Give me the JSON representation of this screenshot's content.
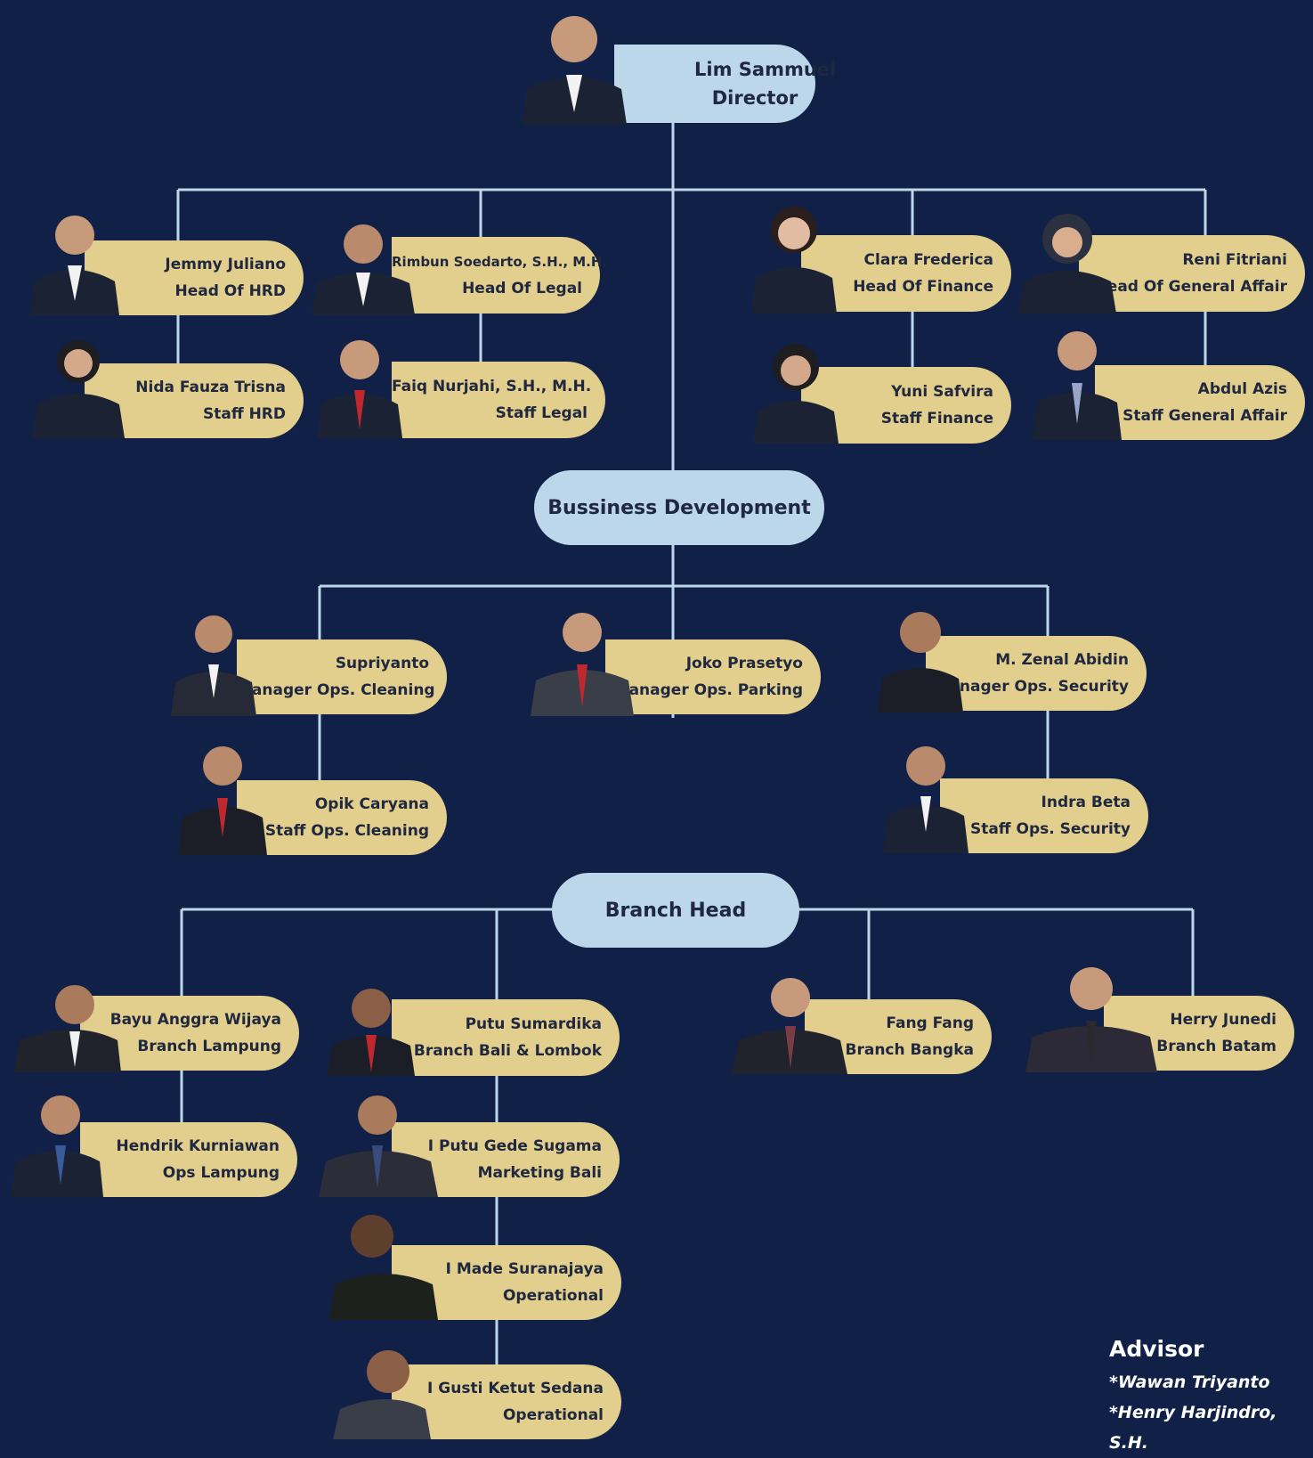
{
  "colors": {
    "background": "#112047",
    "person_box": "#e2cf8d",
    "pill": "#bcd7ea",
    "line": "#bcd7ea",
    "text": "#20283f"
  },
  "director": {
    "name": "Lim Sammuel",
    "role": "Director",
    "photo_icon": "person-photo-icon"
  },
  "head_office": [
    {
      "name": "Jemmy Juliano",
      "role": "Head Of HRD"
    },
    {
      "name": "Nida Fauza Trisna",
      "role": "Staff HRD"
    },
    {
      "name": "Rimbun Soedarto, S.H., M.H.",
      "role": "Head Of Legal"
    },
    {
      "name": "Faiq Nurjahi, S.H., M.H.",
      "role": "Staff Legal"
    },
    {
      "name": "Clara Frederica",
      "role": "Head Of Finance"
    },
    {
      "name": "Yuni Safvira",
      "role": "Staff Finance"
    },
    {
      "name": "Reni Fitriani",
      "role": "Head Of General Affair"
    },
    {
      "name": "Abdul Azis",
      "role": "Staff General Affair"
    }
  ],
  "business_development": {
    "label": "Bussiness Development",
    "people": [
      {
        "name": "Supriyanto",
        "role": "Manager Ops. Cleaning"
      },
      {
        "name": "Opik Caryana",
        "role": "Staff Ops. Cleaning"
      },
      {
        "name": "Joko Prasetyo",
        "role": "Manager Ops. Parking"
      },
      {
        "name": "M. Zenal Abidin",
        "role": "Manager Ops. Security"
      },
      {
        "name": "Indra Beta",
        "role": "Staff Ops. Security"
      }
    ]
  },
  "branch": {
    "label": "Branch Head",
    "people": [
      {
        "name": "Bayu Anggra Wijaya",
        "role": "Branch Lampung"
      },
      {
        "name": "Hendrik Kurniawan",
        "role": "Ops Lampung"
      },
      {
        "name": "Putu Sumardika",
        "role": "Branch Bali & Lombok"
      },
      {
        "name": "I Putu Gede Sugama",
        "role": "Marketing Bali"
      },
      {
        "name": "I Made Suranajaya",
        "role": "Operational"
      },
      {
        "name": "I Gusti Ketut Sedana",
        "role": "Operational"
      },
      {
        "name": "Fang Fang",
        "role": "Branch Bangka"
      },
      {
        "name": "Herry Junedi",
        "role": "Branch Batam"
      }
    ]
  },
  "advisor": {
    "title": "Advisor",
    "names": [
      "*Wawan Triyanto",
      "*Henry Harjindro, S.H."
    ]
  }
}
